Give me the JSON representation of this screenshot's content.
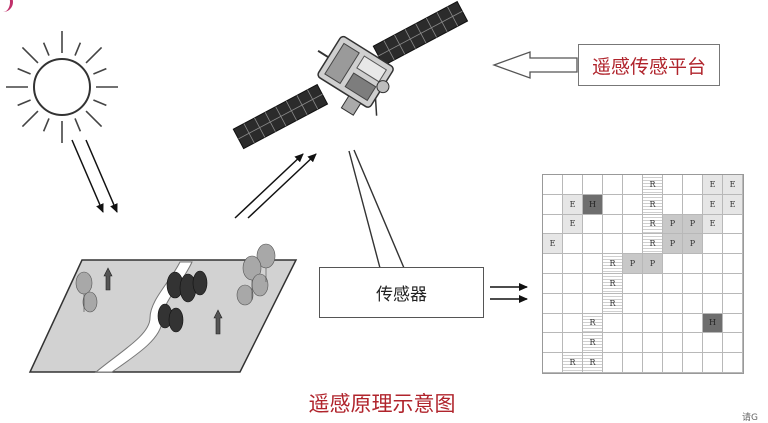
{
  "platform_label": "遥感传感平台",
  "sensor_label": "传感器",
  "caption": "遥感原理示意图",
  "corner_fragment": "请G",
  "grid": {
    "rows": [
      [
        "",
        "",
        "",
        "",
        "",
        "R",
        "",
        "",
        "E",
        "E"
      ],
      [
        "",
        "E",
        "H",
        "",
        "",
        "R",
        "",
        "",
        "E",
        "E"
      ],
      [
        "",
        "E",
        "",
        "",
        "",
        "R",
        "P",
        "P",
        "E",
        ""
      ],
      [
        "E",
        "",
        "",
        "",
        "",
        "R",
        "P",
        "P",
        "",
        ""
      ],
      [
        "",
        "",
        "",
        "R",
        "P",
        "P",
        "",
        "",
        "",
        ""
      ],
      [
        "",
        "",
        "",
        "R",
        "",
        "",
        "",
        "",
        "",
        ""
      ],
      [
        "",
        "",
        "",
        "R",
        "",
        "",
        "",
        "",
        "",
        ""
      ],
      [
        "",
        "",
        "R",
        "",
        "",
        "",
        "",
        "",
        "H",
        ""
      ],
      [
        "",
        "",
        "R",
        "",
        "",
        "",
        "",
        "",
        "",
        ""
      ],
      [
        "",
        "R",
        "R",
        "",
        "",
        "",
        "",
        "",
        "",
        ""
      ]
    ]
  },
  "colors": {
    "accent_text": "#b0242c",
    "grid_line": "#b8b8b8",
    "cell_H": "#6e6e6e",
    "cell_P": "#c8c8c8"
  }
}
